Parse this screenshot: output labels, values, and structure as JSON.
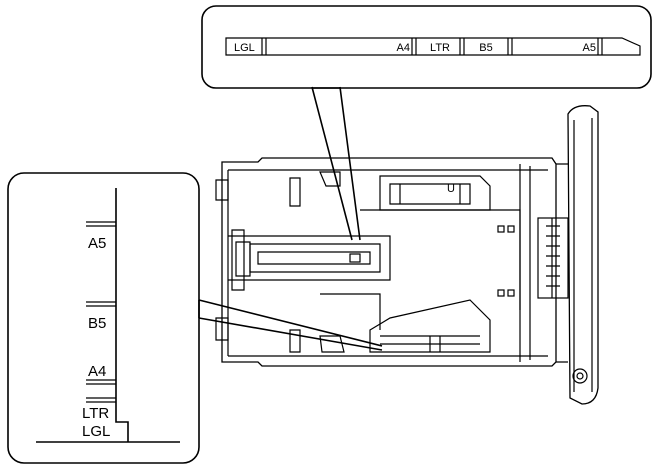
{
  "top_scale": {
    "labels": [
      "LGL",
      "A4",
      "LTR",
      "B5",
      "A5"
    ]
  },
  "side_scale": {
    "labels": [
      "A5",
      "B5",
      "A4",
      "LTR",
      "LGL"
    ]
  },
  "tray": {
    "mark": "U"
  }
}
